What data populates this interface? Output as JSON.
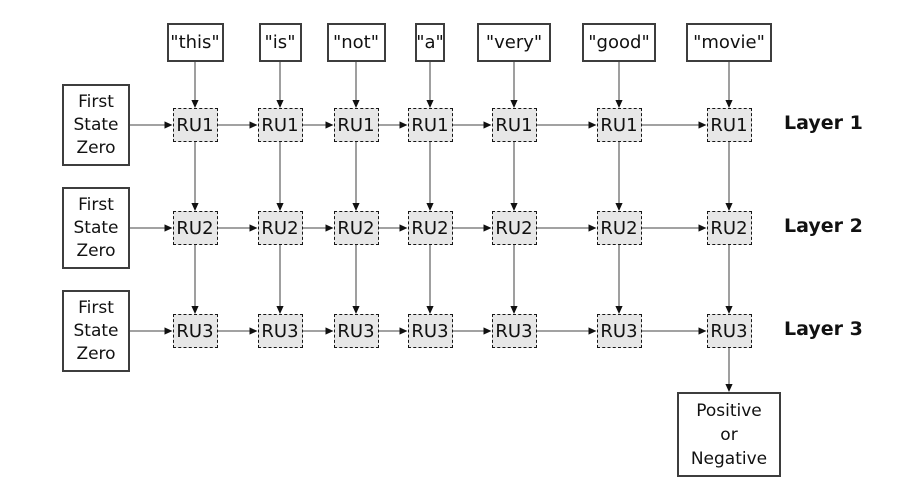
{
  "diagram": {
    "words": [
      "\"this\"",
      "\"is\"",
      "\"not\"",
      "\"a\"",
      "\"very\"",
      "\"good\"",
      "\"movie\""
    ],
    "layers": [
      {
        "unit_label": "RU1",
        "layer_label": "Layer 1"
      },
      {
        "unit_label": "RU2",
        "layer_label": "Layer 2"
      },
      {
        "unit_label": "RU3",
        "layer_label": "Layer 3"
      }
    ],
    "initial_state_lines": [
      "First",
      "State",
      "Zero"
    ],
    "output_lines": [
      "Positive",
      "or",
      "Negative"
    ],
    "colors": {
      "background": "#ffffff",
      "box_border": "#3d3d3d",
      "ru_fill": "#e7e7e7",
      "ru_border": "#161616",
      "arrow_line": "#6b6b6b",
      "arrow_head": "#111111",
      "text": "#111111"
    }
  }
}
